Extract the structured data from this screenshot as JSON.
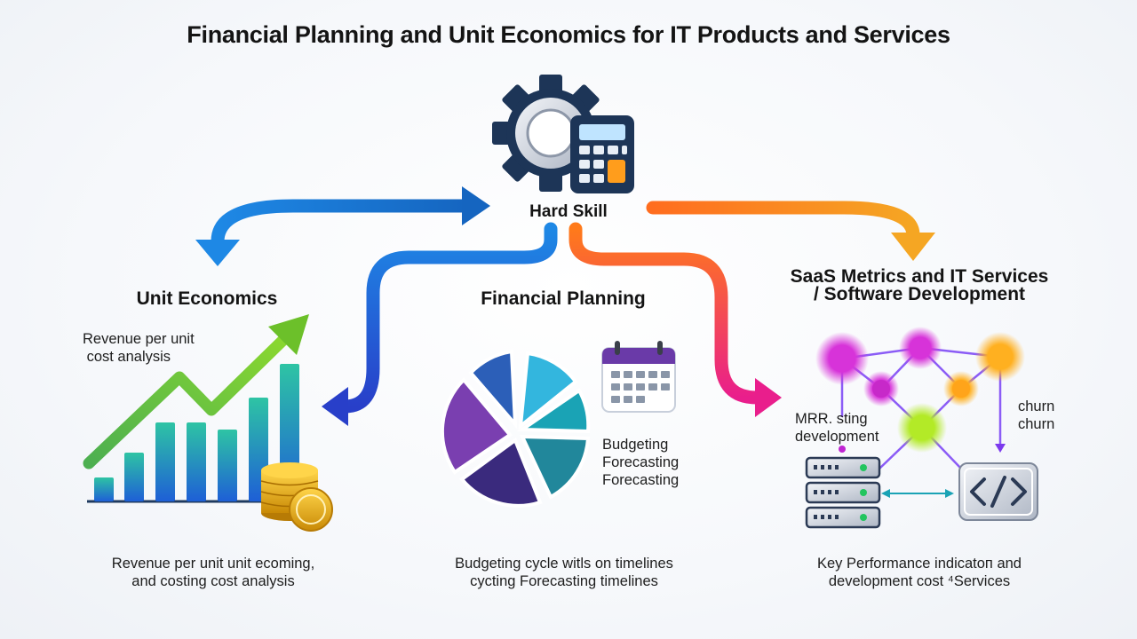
{
  "title": "Financial Planning and Unit Economics for IT Products and Services",
  "hub": {
    "label": "Hard Skill"
  },
  "unit_economics": {
    "heading": "Unit Economics",
    "note": "Revenue per unit\n cost analysis",
    "caption": "Revenue per unit unit ecoming,\nand costing cost analysis"
  },
  "financial_planning": {
    "heading": "Financial Planning",
    "note": "Budgeting\nForecasting\nForecasting",
    "caption": "Budgeting cycle witls on timelines\ncycting Forecasting timelines"
  },
  "saas": {
    "heading": "SaaS Metrics and IT Services\n/ Software Development",
    "note_left": "MRR. sting\ndevelopment",
    "note_right": "churn\nchurn",
    "caption": "Key Performance indicatoп and\ndevelopment cost ⁴Services"
  },
  "colors": {
    "blue": "#1e88e5",
    "orange": "#f57c00",
    "magenta": "#e91e8c",
    "green": "#6cc02a",
    "purple": "#5b2d8e",
    "teal": "#1aa3b5",
    "navy": "#1d3557"
  },
  "icons": [
    "gear-icon",
    "calculator-icon",
    "growth-chart-icon",
    "coins-icon",
    "pie-chart-icon",
    "calendar-icon",
    "network-graph-icon",
    "server-icon",
    "code-icon"
  ]
}
